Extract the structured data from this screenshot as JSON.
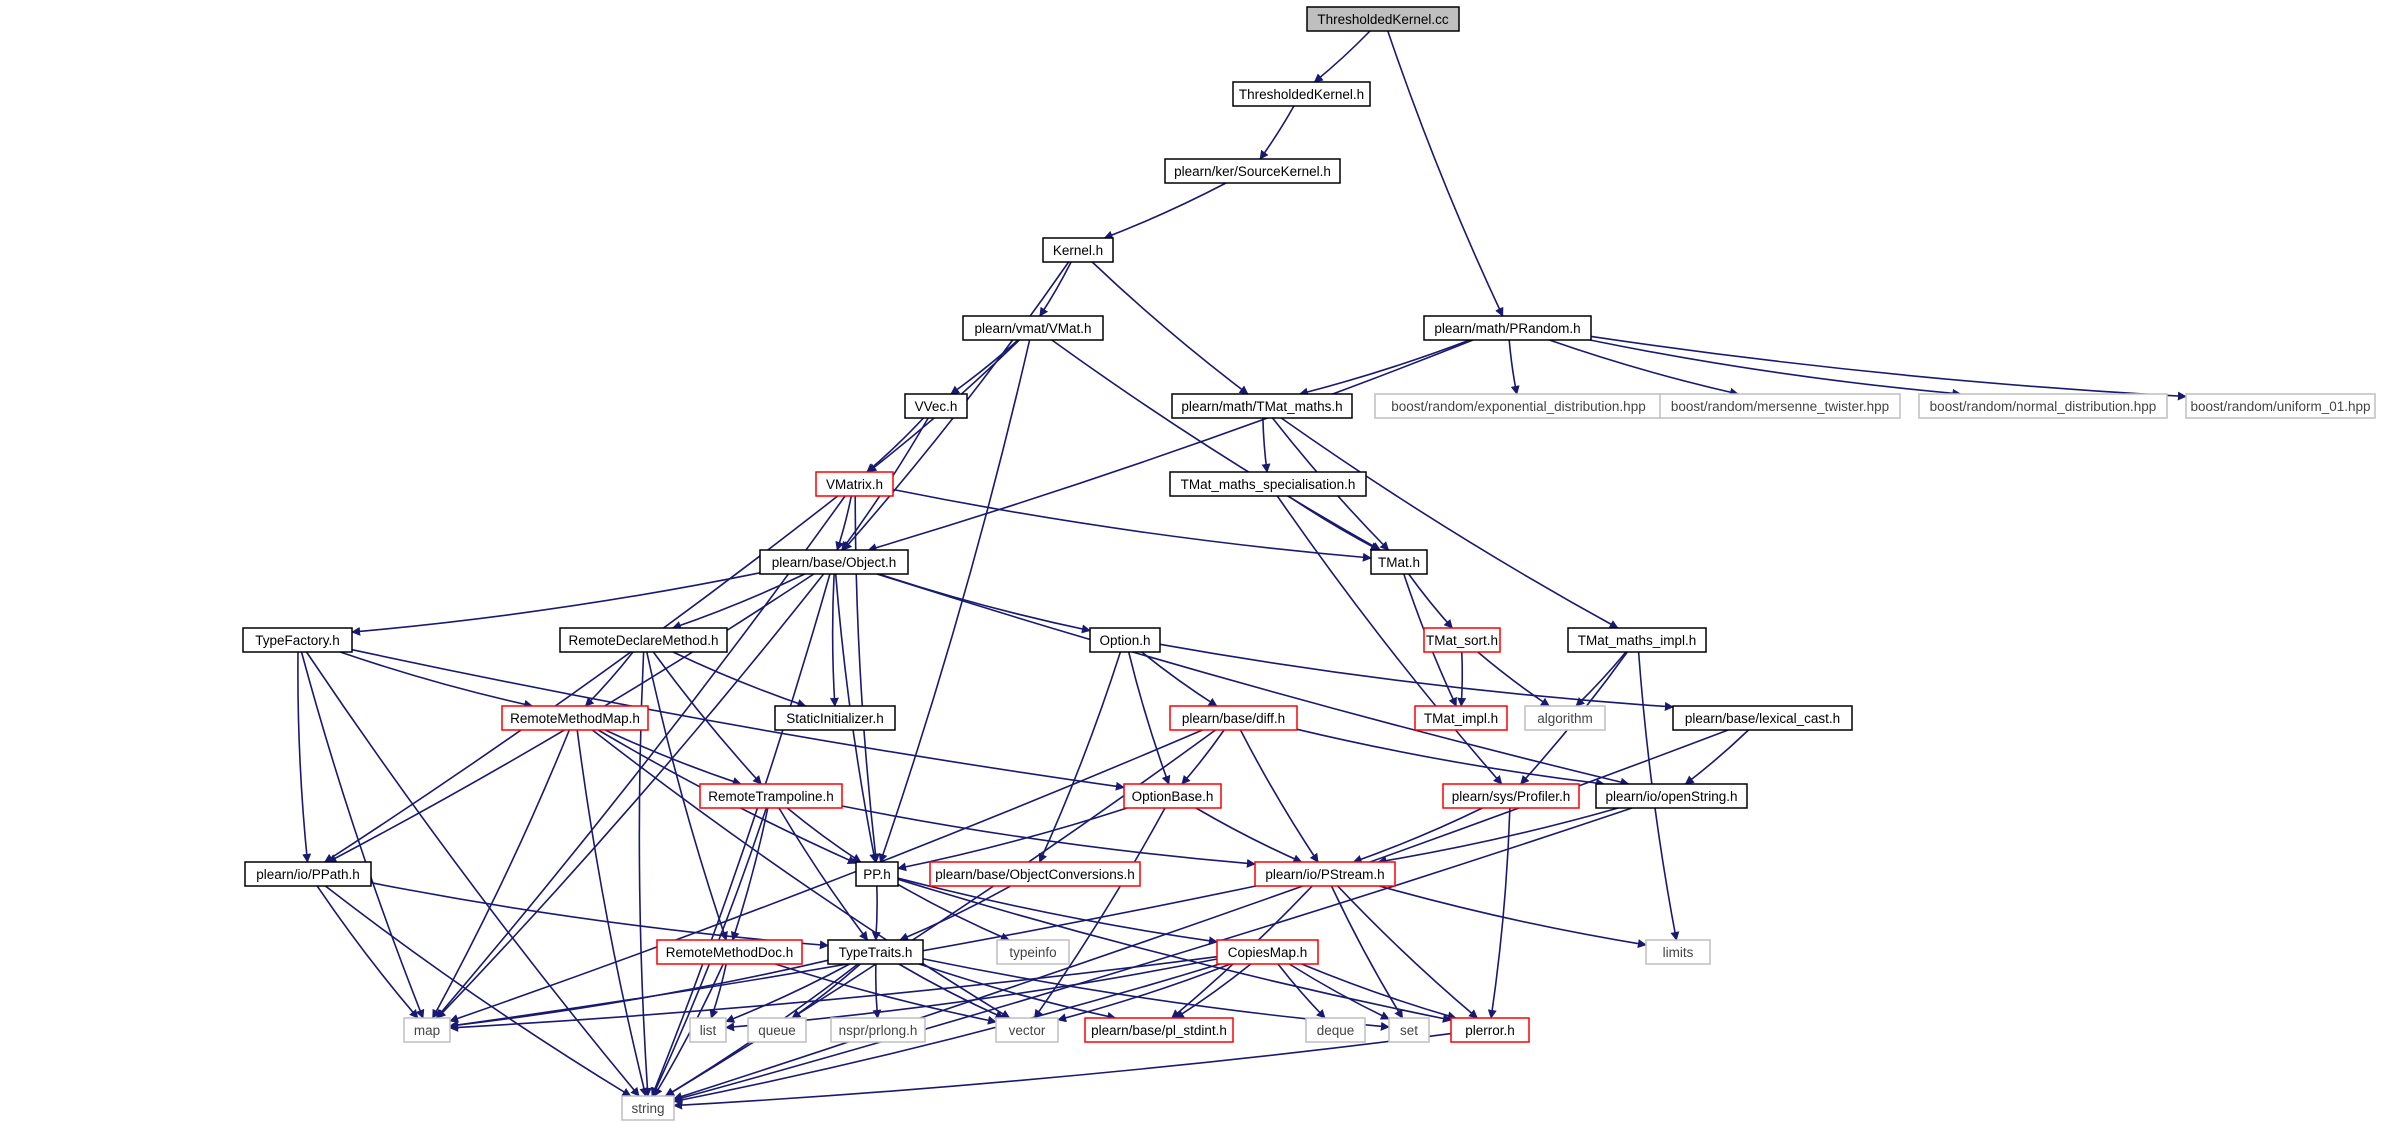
{
  "colors": {
    "edge": "#191970",
    "arrow": "#191970",
    "root_fill": "#bfbfbf",
    "border_normal": "#000000",
    "border_red": "#ff0000",
    "border_system": "#bfbfbf",
    "node_fill": "#ffffff"
  },
  "nodes": [
    {
      "id": "root",
      "label": "ThresholdedKernel.cc",
      "kind": "root"
    },
    {
      "id": "tk_h",
      "label": "ThresholdedKernel.h",
      "kind": "normal"
    },
    {
      "id": "sourcekernel",
      "label": "plearn/ker/SourceKernel.h",
      "kind": "normal"
    },
    {
      "id": "kernel",
      "label": "Kernel.h",
      "kind": "normal"
    },
    {
      "id": "vmat",
      "label": "plearn/vmat/VMat.h",
      "kind": "normal"
    },
    {
      "id": "prandom",
      "label": "plearn/math/PRandom.h",
      "kind": "normal"
    },
    {
      "id": "vvec",
      "label": "VVec.h",
      "kind": "normal"
    },
    {
      "id": "tmatmaths",
      "label": "plearn/math/TMat_maths.h",
      "kind": "normal"
    },
    {
      "id": "boost_exp",
      "label": "boost/random/exponential_distribution.hpp",
      "kind": "system"
    },
    {
      "id": "boost_mt",
      "label": "boost/random/mersenne_twister.hpp",
      "kind": "system"
    },
    {
      "id": "boost_norm",
      "label": "boost/random/normal_distribution.hpp",
      "kind": "system"
    },
    {
      "id": "boost_uni",
      "label": "boost/random/uniform_01.hpp",
      "kind": "system"
    },
    {
      "id": "vmatrix",
      "label": "VMatrix.h",
      "kind": "red"
    },
    {
      "id": "tmspec",
      "label": "TMat_maths_specialisation.h",
      "kind": "normal"
    },
    {
      "id": "object",
      "label": "plearn/base/Object.h",
      "kind": "normal"
    },
    {
      "id": "tmat",
      "label": "TMat.h",
      "kind": "normal"
    },
    {
      "id": "typefactory",
      "label": "TypeFactory.h",
      "kind": "normal"
    },
    {
      "id": "rdm",
      "label": "RemoteDeclareMethod.h",
      "kind": "normal"
    },
    {
      "id": "option",
      "label": "Option.h",
      "kind": "normal"
    },
    {
      "id": "tmatsort",
      "label": "TMat_sort.h",
      "kind": "red"
    },
    {
      "id": "tmimpl",
      "label": "TMat_maths_impl.h",
      "kind": "normal"
    },
    {
      "id": "rmm",
      "label": "RemoteMethodMap.h",
      "kind": "red"
    },
    {
      "id": "staticinit",
      "label": "StaticInitializer.h",
      "kind": "normal"
    },
    {
      "id": "diff",
      "label": "plearn/base/diff.h",
      "kind": "red"
    },
    {
      "id": "tmat_impl",
      "label": "TMat_impl.h",
      "kind": "red"
    },
    {
      "id": "algorithm",
      "label": "algorithm",
      "kind": "system"
    },
    {
      "id": "lexcast",
      "label": "plearn/base/lexical_cast.h",
      "kind": "normal"
    },
    {
      "id": "rtramp",
      "label": "RemoteTrampoline.h",
      "kind": "red"
    },
    {
      "id": "optionbase",
      "label": "OptionBase.h",
      "kind": "red"
    },
    {
      "id": "profiler",
      "label": "plearn/sys/Profiler.h",
      "kind": "red"
    },
    {
      "id": "openstring",
      "label": "plearn/io/openString.h",
      "kind": "normal"
    },
    {
      "id": "ppath",
      "label": "plearn/io/PPath.h",
      "kind": "normal"
    },
    {
      "id": "pp",
      "label": "PP.h",
      "kind": "normal"
    },
    {
      "id": "objconv",
      "label": "plearn/base/ObjectConversions.h",
      "kind": "red"
    },
    {
      "id": "pstream",
      "label": "plearn/io/PStream.h",
      "kind": "red"
    },
    {
      "id": "rmdoc",
      "label": "RemoteMethodDoc.h",
      "kind": "red"
    },
    {
      "id": "typetraits",
      "label": "TypeTraits.h",
      "kind": "normal"
    },
    {
      "id": "typeinfo",
      "label": "typeinfo",
      "kind": "system"
    },
    {
      "id": "copiesmap",
      "label": "CopiesMap.h",
      "kind": "red"
    },
    {
      "id": "limits",
      "label": "limits",
      "kind": "system"
    },
    {
      "id": "map",
      "label": "map",
      "kind": "system"
    },
    {
      "id": "list",
      "label": "list",
      "kind": "system"
    },
    {
      "id": "queue",
      "label": "queue",
      "kind": "system"
    },
    {
      "id": "prlong",
      "label": "nspr/prlong.h",
      "kind": "system"
    },
    {
      "id": "vector",
      "label": "vector",
      "kind": "system"
    },
    {
      "id": "stdint",
      "label": "plearn/base/pl_stdint.h",
      "kind": "red"
    },
    {
      "id": "deque",
      "label": "deque",
      "kind": "system"
    },
    {
      "id": "set",
      "label": "set",
      "kind": "system"
    },
    {
      "id": "plerror",
      "label": "plerror.h",
      "kind": "red"
    },
    {
      "id": "string",
      "label": "string",
      "kind": "system"
    }
  ],
  "edges": [
    [
      "root",
      "tk_h"
    ],
    [
      "root",
      "prandom"
    ],
    [
      "tk_h",
      "sourcekernel"
    ],
    [
      "sourcekernel",
      "kernel"
    ],
    [
      "kernel",
      "vmat"
    ],
    [
      "kernel",
      "tmatmaths"
    ],
    [
      "kernel",
      "object"
    ],
    [
      "vmat",
      "vvec"
    ],
    [
      "vmat",
      "vmatrix"
    ],
    [
      "vmat",
      "tmat"
    ],
    [
      "vmat",
      "pp"
    ],
    [
      "prandom",
      "tmatmaths"
    ],
    [
      "prandom",
      "boost_exp"
    ],
    [
      "prandom",
      "boost_mt"
    ],
    [
      "prandom",
      "boost_norm"
    ],
    [
      "prandom",
      "boost_uni"
    ],
    [
      "prandom",
      "object"
    ],
    [
      "vvec",
      "vmatrix"
    ],
    [
      "vvec",
      "object"
    ],
    [
      "tmatmaths",
      "tmspec"
    ],
    [
      "tmatmaths",
      "tmat"
    ],
    [
      "tmatmaths",
      "tmimpl"
    ],
    [
      "vmatrix",
      "object"
    ],
    [
      "vmatrix",
      "tmat"
    ],
    [
      "vmatrix",
      "pp"
    ],
    [
      "vmatrix",
      "ppath"
    ],
    [
      "vmatrix",
      "map"
    ],
    [
      "tmspec",
      "tmat"
    ],
    [
      "tmspec",
      "profiler"
    ],
    [
      "object",
      "typefactory"
    ],
    [
      "object",
      "rdm"
    ],
    [
      "object",
      "option"
    ],
    [
      "object",
      "staticinit"
    ],
    [
      "object",
      "pp"
    ],
    [
      "object",
      "ppath"
    ],
    [
      "object",
      "map"
    ],
    [
      "object",
      "string"
    ],
    [
      "object",
      "openstring"
    ],
    [
      "tmat",
      "tmatsort"
    ],
    [
      "tmat",
      "tmat_impl"
    ],
    [
      "typefactory",
      "rmm"
    ],
    [
      "typefactory",
      "ppath"
    ],
    [
      "typefactory",
      "optionbase"
    ],
    [
      "typefactory",
      "map"
    ],
    [
      "typefactory",
      "string"
    ],
    [
      "rdm",
      "rmm"
    ],
    [
      "rdm",
      "rtramp"
    ],
    [
      "rdm",
      "staticinit"
    ],
    [
      "rdm",
      "rmdoc"
    ],
    [
      "rdm",
      "string"
    ],
    [
      "option",
      "diff"
    ],
    [
      "option",
      "optionbase"
    ],
    [
      "option",
      "objconv"
    ],
    [
      "option",
      "lexcast"
    ],
    [
      "tmatsort",
      "tmat_impl"
    ],
    [
      "tmatsort",
      "algorithm"
    ],
    [
      "tmimpl",
      "algorithm"
    ],
    [
      "tmimpl",
      "profiler"
    ],
    [
      "tmimpl",
      "limits"
    ],
    [
      "rmm",
      "rtramp"
    ],
    [
      "rmm",
      "pp"
    ],
    [
      "rmm",
      "map"
    ],
    [
      "rmm",
      "string"
    ],
    [
      "rmm",
      "vector"
    ],
    [
      "diff",
      "optionbase"
    ],
    [
      "diff",
      "pstream"
    ],
    [
      "diff",
      "openstring"
    ],
    [
      "diff",
      "map"
    ],
    [
      "diff",
      "string"
    ],
    [
      "lexcast",
      "openstring"
    ],
    [
      "lexcast",
      "string"
    ],
    [
      "rtramp",
      "pp"
    ],
    [
      "rtramp",
      "pstream"
    ],
    [
      "rtramp",
      "typetraits"
    ],
    [
      "rtramp",
      "rmdoc"
    ],
    [
      "rtramp",
      "string"
    ],
    [
      "optionbase",
      "pp"
    ],
    [
      "optionbase",
      "pstream"
    ],
    [
      "optionbase",
      "vector"
    ],
    [
      "profiler",
      "pstream"
    ],
    [
      "profiler",
      "plerror"
    ],
    [
      "openstring",
      "pstream"
    ],
    [
      "openstring",
      "string"
    ],
    [
      "ppath",
      "typetraits"
    ],
    [
      "ppath",
      "map"
    ],
    [
      "ppath",
      "string"
    ],
    [
      "pp",
      "typetraits"
    ],
    [
      "pp",
      "typeinfo"
    ],
    [
      "pp",
      "copiesmap"
    ],
    [
      "pp",
      "plerror"
    ],
    [
      "objconv",
      "typetraits"
    ],
    [
      "pstream",
      "plerror"
    ],
    [
      "pstream",
      "stdint"
    ],
    [
      "pstream",
      "set"
    ],
    [
      "pstream",
      "map"
    ],
    [
      "pstream",
      "limits"
    ],
    [
      "rmdoc",
      "list"
    ],
    [
      "rmdoc",
      "vector"
    ],
    [
      "rmdoc",
      "string"
    ],
    [
      "typetraits",
      "map"
    ],
    [
      "typetraits",
      "list"
    ],
    [
      "typetraits",
      "queue"
    ],
    [
      "typetraits",
      "prlong"
    ],
    [
      "typetraits",
      "vector"
    ],
    [
      "typetraits",
      "stdint"
    ],
    [
      "typetraits",
      "set"
    ],
    [
      "typetraits",
      "string"
    ],
    [
      "copiesmap",
      "map"
    ],
    [
      "copiesmap",
      "list"
    ],
    [
      "copiesmap",
      "vector"
    ],
    [
      "copiesmap",
      "stdint"
    ],
    [
      "copiesmap",
      "deque"
    ],
    [
      "copiesmap",
      "set"
    ],
    [
      "copiesmap",
      "plerror"
    ],
    [
      "copiesmap",
      "string"
    ],
    [
      "plerror",
      "string"
    ]
  ]
}
